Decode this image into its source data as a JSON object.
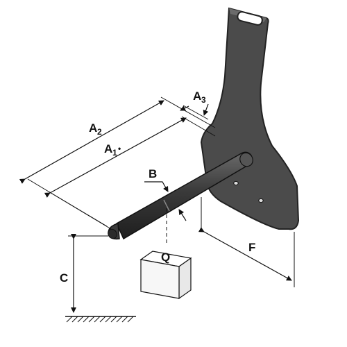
{
  "labels": {
    "a2_main": "A",
    "a2_sub": "2",
    "a1_main": "A",
    "a1_sub": "1",
    "a1_mark": "•",
    "a3_main": "A",
    "a3_sub": "3",
    "b": "B",
    "q": "Q",
    "c": "C",
    "f": "F"
  },
  "colors": {
    "plate": "#4a4a4a",
    "plate_edge": "#2a2a2a",
    "shaft": "#3b3b3b",
    "line": "#111111",
    "box_face": "#f4f4f4"
  }
}
